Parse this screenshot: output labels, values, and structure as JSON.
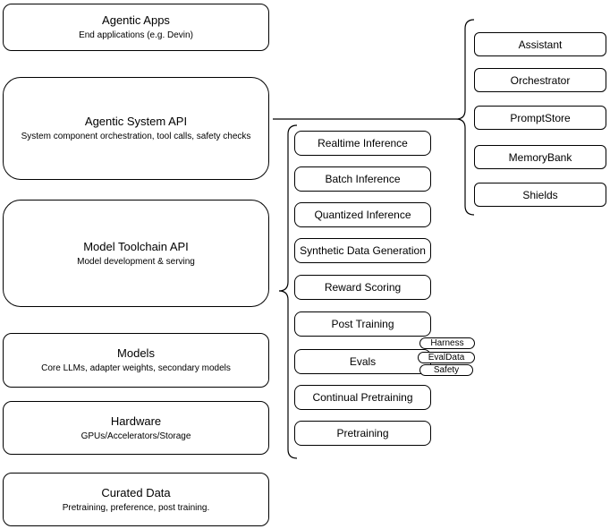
{
  "diagram": {
    "layers": [
      {
        "title": "Agentic Apps",
        "subtitle": "End applications (e.g. Devin)"
      },
      {
        "title": "Agentic System API",
        "subtitle": "System component orchestration, tool calls, safety checks"
      },
      {
        "title": "Model Toolchain API",
        "subtitle": "Model development & serving"
      },
      {
        "title": "Models",
        "subtitle": "Core LLMs, adapter weights, secondary models"
      },
      {
        "title": "Hardware",
        "subtitle": "GPUs/Accelerators/Storage"
      },
      {
        "title": "Curated Data",
        "subtitle": "Pretraining, preference, post training."
      }
    ],
    "toolchain_components": [
      "Realtime Inference",
      "Batch Inference",
      "Quantized Inference",
      "Synthetic Data Generation",
      "Reward Scoring",
      "Post Training",
      "Evals",
      "Continual Pretraining",
      "Pretraining"
    ],
    "eval_tags": [
      "Harness",
      "EvalData",
      "Safety"
    ],
    "agentic_components": [
      "Assistant",
      "Orchestrator",
      "PromptStore",
      "MemoryBank",
      "Shields"
    ],
    "colors": {
      "stroke": "#000000",
      "fill": "#ffffff",
      "text": "#000000"
    }
  }
}
